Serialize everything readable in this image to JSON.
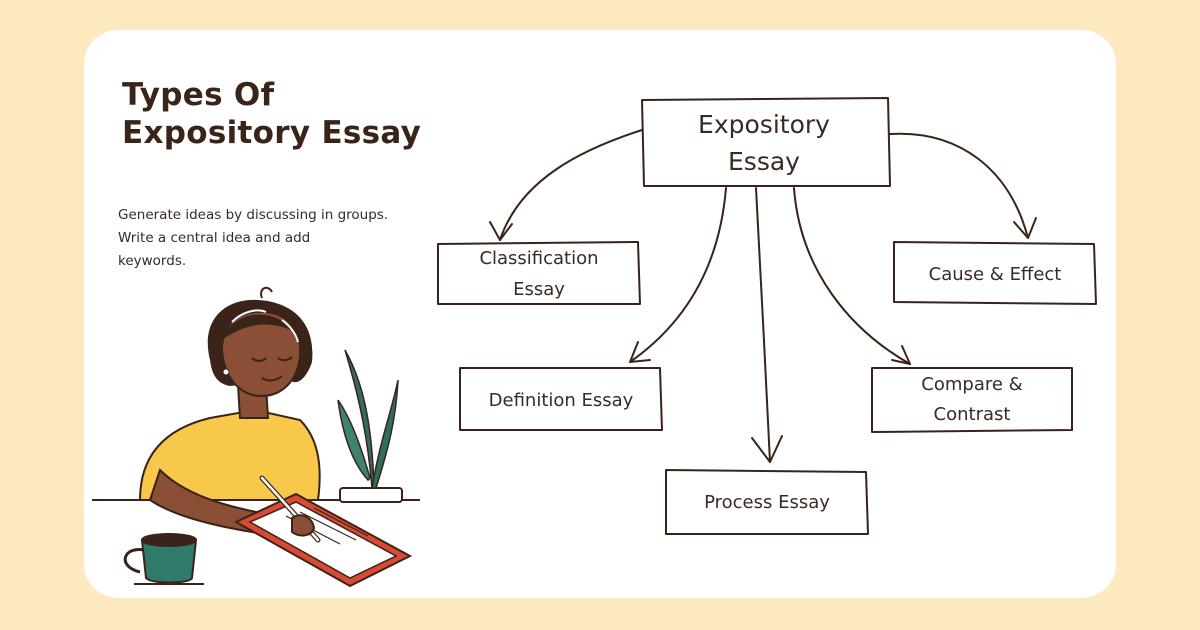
{
  "title_lines": [
    "Types Of",
    "Expository Essay"
  ],
  "description_lines": [
    "Generate ideas by discussing in groups.",
    "Write a central idea and add",
    "keywords."
  ],
  "diagram": {
    "root": {
      "lines": [
        "Expository",
        "Essay"
      ]
    },
    "nodes": [
      {
        "id": "classification",
        "lines": [
          "Classification",
          "Essay"
        ]
      },
      {
        "id": "definition",
        "lines": [
          "Definition Essay"
        ]
      },
      {
        "id": "process",
        "lines": [
          "Process Essay"
        ]
      },
      {
        "id": "compare",
        "lines": [
          "Compare &",
          "Contrast"
        ]
      },
      {
        "id": "cause",
        "lines": [
          "Cause & Effect"
        ]
      }
    ]
  },
  "colors": {
    "background": "#fde9bf",
    "card": "#ffffff",
    "ink": "#3a2419",
    "shirt": "#f7c84a",
    "skin": "#8a4f35",
    "tablet": "#d94a35",
    "mug": "#2f7a6a",
    "leaf": "#2f6e5e"
  }
}
